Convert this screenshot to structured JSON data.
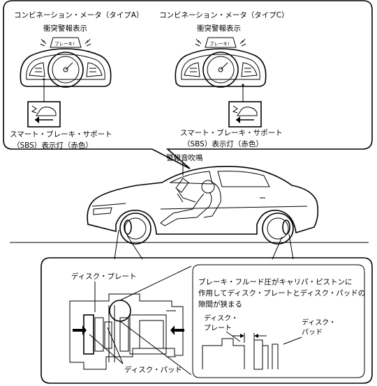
{
  "top_panel": {
    "meter_a_title": "コンビネーション・メータ（タイプA）",
    "meter_c_title": "コンビネーション・メータ（タイプC）",
    "warning_display_a": "衝突警報表示",
    "warning_display_c": "衝突警報表示",
    "brake_badge_a": "ブレーキ!",
    "brake_badge_c": "ブレーキ!",
    "sbs_label_a_line1": "スマート・ブレーキ・サポート",
    "sbs_label_a_line2": "（SBS）表示灯（赤色）",
    "sbs_label_c_line1": "スマート・ブレーキ・サポート",
    "sbs_label_c_line2": "（SBS）表示灯（赤色）"
  },
  "car": {
    "buzzer_label": "警報音吹鳴"
  },
  "bottom_panel": {
    "disc_plate_label": "ディスク・プレート",
    "disc_pad_label": "ディスク・パッド",
    "callout_line1": "ブレーキ・フルード圧がキャリパ・ピストンに",
    "callout_line2": "作用してディスク・プレートとディスク・パッドの",
    "callout_line3": "隙間が狭まる",
    "detail_plate_line1": "ディスク・",
    "detail_plate_line2": "プレート",
    "detail_pad_line1": "ディスク・",
    "detail_pad_line2": "パッド"
  }
}
